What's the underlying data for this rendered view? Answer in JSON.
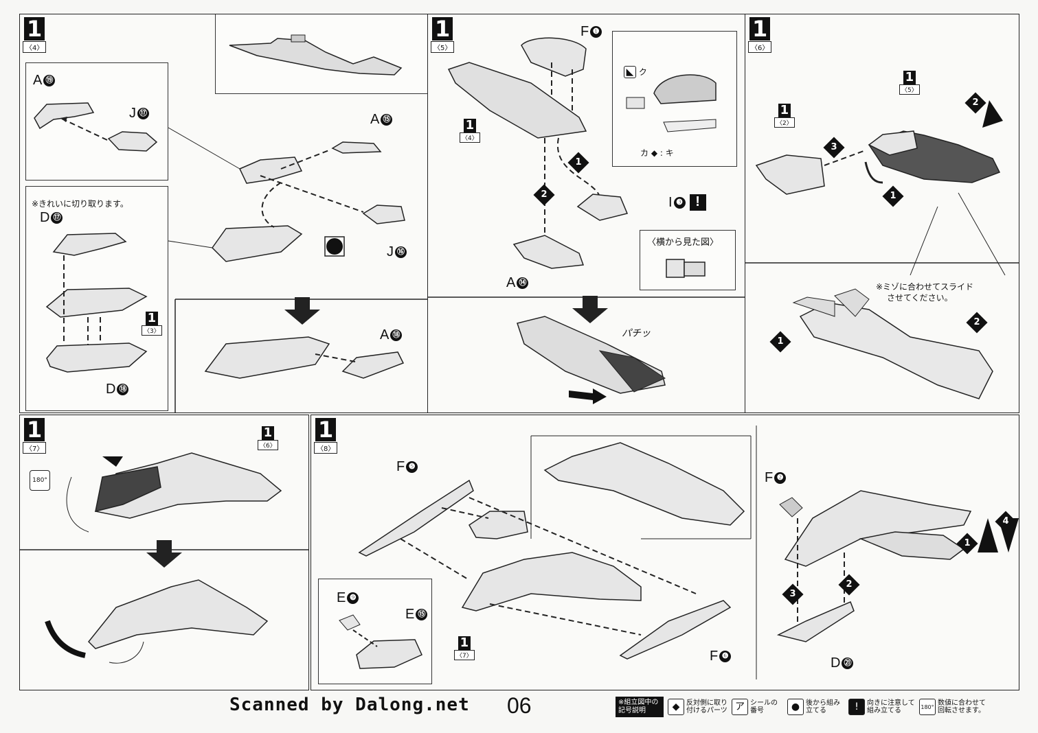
{
  "steps": [
    {
      "num": "1",
      "sub": "〈4〉"
    },
    {
      "num": "1",
      "sub": "〈5〉"
    },
    {
      "num": "1",
      "sub": "〈6〉"
    },
    {
      "num": "1",
      "sub": "〈7〉"
    },
    {
      "num": "1",
      "sub": "〈8〉"
    }
  ],
  "panel4": {
    "labels": {
      "a19": "A",
      "a19n": "⑲",
      "j17": "J",
      "j17n": "⑰",
      "a15": "A",
      "a15n": "⑮",
      "j16": "J",
      "j16n": "⑯",
      "d17": "D",
      "d17n": "⑰",
      "d18": "D",
      "d18n": "⑱",
      "a18": "A",
      "a18n": "⑱"
    },
    "note": "※きれいに切り取ります。",
    "ref": {
      "num": "1",
      "sub": "〈3〉"
    }
  },
  "panel5": {
    "labels": {
      "f1": "F",
      "f1n": "❶",
      "a14": "A",
      "a14n": "⑭",
      "i3": "I",
      "i3n": "❸"
    },
    "sticker_labels": {
      "ku": "ク",
      "ka": "カ",
      "ki": "キ"
    },
    "side_view": "〈横から見た図〉",
    "sound": "パチッ",
    "ref": {
      "num": "1",
      "sub": "〈4〉"
    }
  },
  "panel6": {
    "note_line1": "※ミゾに合わせてスライド",
    "note_line2": "させてください。",
    "refs": [
      {
        "num": "1",
        "sub": "〈2〉"
      },
      {
        "num": "1",
        "sub": "〈5〉"
      }
    ]
  },
  "panel7": {
    "ref": {
      "num": "1",
      "sub": "〈6〉"
    },
    "rotate": "180°"
  },
  "panel8": {
    "labels": {
      "f5": "F",
      "f5n": "❺",
      "f6": "F",
      "f6n": "❻",
      "e9": "E",
      "e9n": "❾",
      "e15": "E",
      "e15n": "⑮",
      "f2": "F",
      "f2n": "❷",
      "d21": "D",
      "d21n": "㉑"
    },
    "ref": {
      "num": "1",
      "sub": "〈7〉"
    }
  },
  "footer": {
    "scanned": "Scanned by Dalong.net",
    "page": "06",
    "legend_title": "※組立図中の記号説明",
    "legend": [
      {
        "icon": "◆",
        "text": "反対側に取り付けるパーツ"
      },
      {
        "icon": "ア",
        "text": "シールの番号"
      },
      {
        "icon": "●",
        "text": "後から組み立てる"
      },
      {
        "icon": "!",
        "text": "向きに注意して組み立てる"
      },
      {
        "icon": "180°",
        "text": "数値に合わせて回転させます。"
      }
    ]
  }
}
